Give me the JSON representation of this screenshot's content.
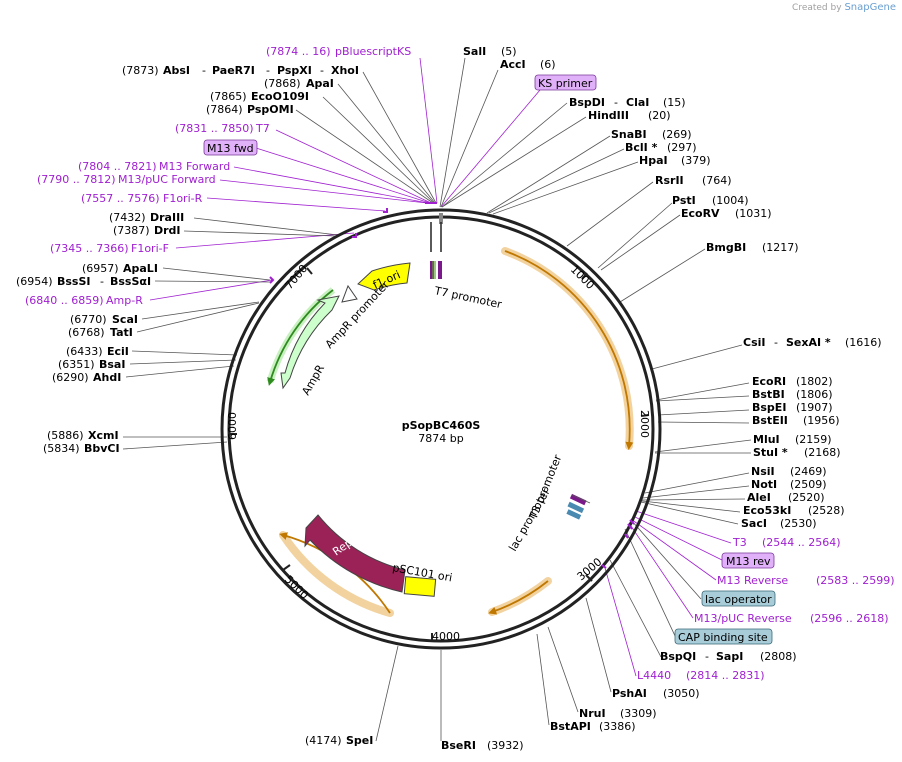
{
  "credit": {
    "prefix": "Created by",
    "app": "SnapGene"
  },
  "plasmid": {
    "name": "pSopBC460S",
    "size": "7874 bp"
  },
  "ticks": [
    "1000",
    "2000",
    "3000",
    "4000",
    "5000",
    "6000",
    "7000"
  ],
  "features": [
    {
      "label": "T7 promoter"
    },
    {
      "label": "f1 ori"
    },
    {
      "label": "AmpR promoter"
    },
    {
      "label": "AmpR"
    },
    {
      "label": "T3 promoter"
    },
    {
      "label": "lac promoter"
    },
    {
      "label": "pSC101 ori"
    },
    {
      "label": "Rep101"
    }
  ],
  "sites": [
    {
      "pos": "(7874 .. 16)",
      "name": "pBluescriptKS",
      "type": "primer"
    },
    {
      "name": "SalI",
      "pos": "(5)"
    },
    {
      "name": "AccI",
      "pos": "(6)"
    },
    {
      "name": "KS primer",
      "type": "boxed-primer"
    },
    {
      "name": "BspDI",
      "name2": "ClaI",
      "pos": "(15)"
    },
    {
      "name": "HindIII",
      "pos": "(20)"
    },
    {
      "name": "SnaBI",
      "pos": "(269)"
    },
    {
      "name": "BclI *",
      "pos": "(297)"
    },
    {
      "name": "HpaI",
      "pos": "(379)"
    },
    {
      "name": "RsrII",
      "pos": "(764)"
    },
    {
      "name": "PstI",
      "pos": "(1004)"
    },
    {
      "name": "EcoRV",
      "pos": "(1031)"
    },
    {
      "name": "BmgBI",
      "pos": "(1217)"
    },
    {
      "name": "CsiI",
      "name2": "SexAI *",
      "pos": "(1616)"
    },
    {
      "name": "EcoRI",
      "pos": "(1802)"
    },
    {
      "name": "BstBI",
      "pos": "(1806)"
    },
    {
      "name": "BspEI",
      "pos": "(1907)"
    },
    {
      "name": "BstEII",
      "pos": "(1956)"
    },
    {
      "name": "MluI",
      "pos": "(2159)"
    },
    {
      "name": "StuI *",
      "pos": "(2168)"
    },
    {
      "name": "NsiI",
      "pos": "(2469)"
    },
    {
      "name": "NotI",
      "pos": "(2509)"
    },
    {
      "name": "AleI",
      "pos": "(2520)"
    },
    {
      "name": "Eco53kI",
      "pos": "(2528)"
    },
    {
      "name": "SacI",
      "pos": "(2530)"
    },
    {
      "name": "T3",
      "pos": "(2544 .. 2564)",
      "type": "primer"
    },
    {
      "name": "M13 rev",
      "type": "boxed-primer"
    },
    {
      "name": "M13 Reverse",
      "pos": "(2583 .. 2599)",
      "type": "primer"
    },
    {
      "name": "lac operator",
      "type": "boxed-feature"
    },
    {
      "name": "M13/pUC Reverse",
      "pos": "(2596 .. 2618)",
      "type": "primer"
    },
    {
      "name": "CAP binding site",
      "type": "boxed-feature"
    },
    {
      "name": "BspQI",
      "name2": "SapI",
      "pos": "(2808)"
    },
    {
      "name": "L4440",
      "pos": "(2814 .. 2831)",
      "type": "primer"
    },
    {
      "name": "PshAI",
      "pos": "(3050)"
    },
    {
      "name": "NruI",
      "pos": "(3309)"
    },
    {
      "name": "BstAPI",
      "pos": "(3386)"
    },
    {
      "name": "BseRI",
      "pos": "(3932)"
    },
    {
      "name": "SpeI",
      "pos": "(4174)"
    },
    {
      "name": "XcmI",
      "pos": "(5886)"
    },
    {
      "name": "BbvCI",
      "pos": "(5834)"
    },
    {
      "name": "EciI",
      "pos": "(6433)"
    },
    {
      "name": "BsaI",
      "pos": "(6351)"
    },
    {
      "name": "AhdI",
      "pos": "(6290)"
    },
    {
      "name": "ScaI",
      "pos": "(6770)"
    },
    {
      "name": "TatI",
      "pos": "(6768)"
    },
    {
      "name": "Amp-R",
      "pos": "(6840 .. 6859)",
      "type": "primer"
    },
    {
      "name": "ApaLI",
      "pos": "(6957)"
    },
    {
      "name": "BssSI",
      "name2": "BssSαI",
      "pos": "(6954)"
    },
    {
      "name": "F1ori-F",
      "pos": "(7345 .. 7366)",
      "type": "primer"
    },
    {
      "name": "DraIII",
      "pos": "(7432)"
    },
    {
      "name": "DrdI",
      "pos": "(7387)"
    },
    {
      "name": "F1ori-R",
      "pos": "(7557 .. 7576)",
      "type": "primer"
    },
    {
      "name": "M13/pUC Forward",
      "pos": "(7790 .. 7812)",
      "type": "primer"
    },
    {
      "name": "M13 Forward",
      "pos": "(7804 .. 7821)",
      "type": "primer"
    },
    {
      "name": "M13 fwd",
      "type": "boxed-primer"
    },
    {
      "name": "T7",
      "pos": "(7831 .. 7850)",
      "type": "primer"
    },
    {
      "name": "PspOMI",
      "pos": "(7864)"
    },
    {
      "name": "EcoO109I",
      "pos": "(7865)"
    },
    {
      "name": "ApaI",
      "pos": "(7868)"
    },
    {
      "name": "AbsI",
      "name2": "PaeR7I",
      "name3": "PspXI",
      "name4": "XhoI",
      "pos": "(7873)"
    }
  ],
  "colors": {
    "primer": "#a020d0",
    "boxed_primer": "#e0b0f8",
    "boxed_feature": "#a8ccd8",
    "promoter": "#ffffff",
    "ori": "#ffff00",
    "amp": "#ccffcc",
    "rep": "#9b2257",
    "orf_arc": "#f0c080"
  }
}
